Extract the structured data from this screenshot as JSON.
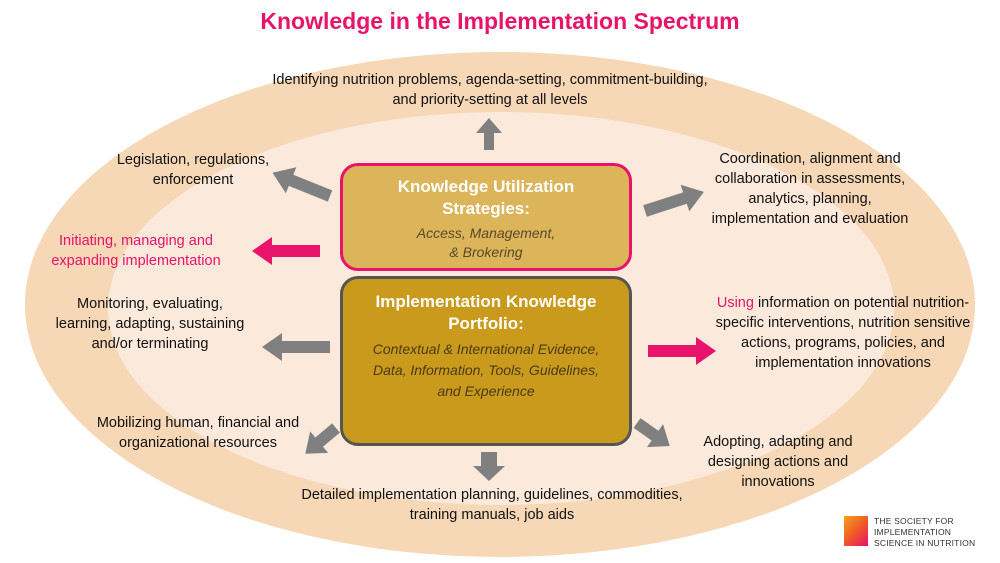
{
  "title": "Knowledge in the Implementation Spectrum",
  "center": {
    "utilization": {
      "title": "Knowledge Utilization Strategies:",
      "subtitle": "Access, Management, & Brokering"
    },
    "portfolio": {
      "title": "Implementation Knowledge Portfolio:",
      "subtitle": "Contextual & International Evidence, Data, Information, Tools, Guidelines, and Experience"
    }
  },
  "outcomes": {
    "top": "Identifying nutrition problems, agenda-setting, commitment-building, and priority-setting at all levels",
    "upper_left": "Legislation, regulations, enforcement",
    "upper_right": "Coordination, alignment and collaboration in assessments, analytics, planning, implementation and evaluation",
    "mid_left": "Initiating, managing and expanding implementation",
    "right_prefix": "Using",
    "right_rest": "information on potential nutrition-specific interventions, nutrition sensitive actions, programs, policies, and implementation innovations",
    "lower_left": "Monitoring, evaluating, learning, adapting, sustaining and/or terminating",
    "bottom_left": "Mobilizing human, financial and organizational resources",
    "bottom_right": "Adopting, adapting and designing actions and innovations",
    "bottom": "Detailed implementation planning, guidelines, commodities, training manuals, job aids"
  },
  "logo": {
    "text": "THE SOCIETY FOR IMPLEMENTATION SCIENCE IN NUTRITION"
  },
  "colors": {
    "accent": "#e8136b",
    "outer_ellipse": "#f6d7b6",
    "inner_ellipse": "#fbeadb",
    "box_light": "#dcb45a",
    "box_dark": "#c99a1c",
    "arrow_gray": "#808080"
  }
}
